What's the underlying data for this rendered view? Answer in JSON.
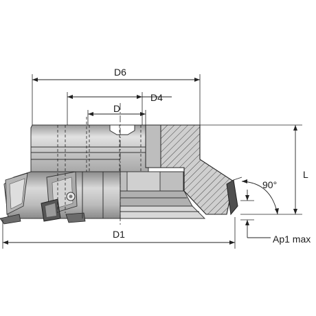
{
  "labels": {
    "d6": "D6",
    "d4": "D4",
    "d": "D",
    "d1": "D1",
    "l": "L",
    "angle": "90°",
    "ap1": "Ap1 max"
  },
  "colors": {
    "body_light": "#d6d6d6",
    "body_mid": "#bdbdbd",
    "body_dark": "#8f8f8f",
    "section": "#c9c9c9",
    "hatch": "#444444",
    "line": "#222222"
  }
}
